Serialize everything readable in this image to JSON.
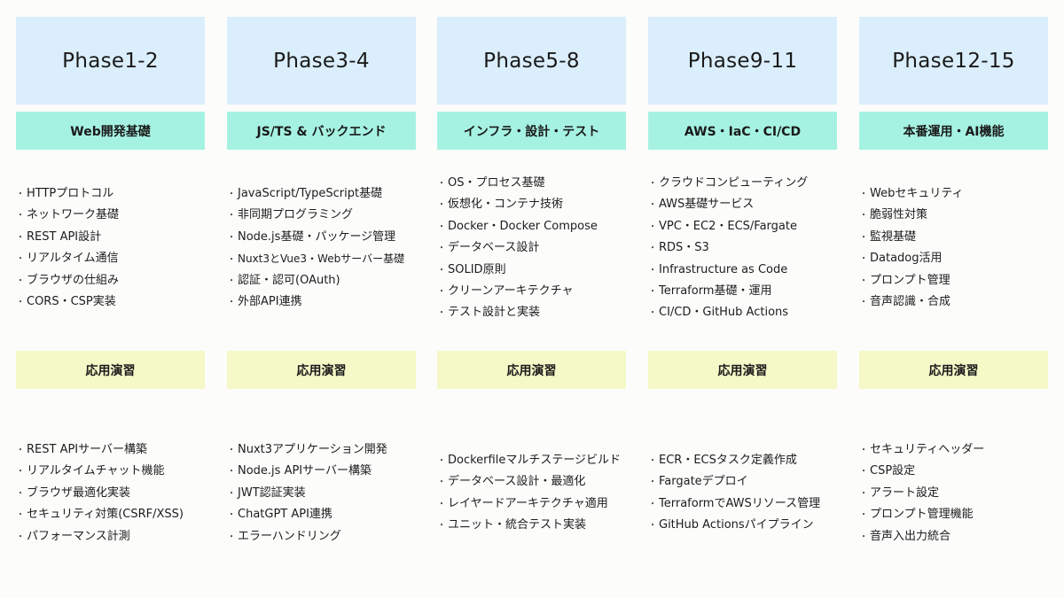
{
  "columns": [
    {
      "phase": "Phase1-2",
      "theme": "Web開発基礎",
      "topics": [
        "HTTPプロトコル",
        "ネットワーク基礎",
        "REST API設計",
        "リアルタイム通信",
        "ブラウザの仕組み",
        "CORS・CSP実装"
      ],
      "practice_label": "応用演習",
      "exercises": [
        "REST APIサーバー構築",
        "リアルタイムチャット機能",
        "ブラウザ最適化実装",
        "セキュリティ対策(CSRF/XSS)",
        "パフォーマンス計測"
      ]
    },
    {
      "phase": "Phase3-4",
      "theme": "JS/TS & バックエンド",
      "topics": [
        "JavaScript/TypeScript基礎",
        "非同期プログラミング",
        "Node.js基礎・パッケージ管理",
        "Nuxt3とVue3・Webサーバー基礎",
        "認証・認可(OAuth)",
        "外部API連携"
      ],
      "practice_label": "応用演習",
      "exercises": [
        "Nuxt3アプリケーション開発",
        "Node.js APIサーバー構築",
        "JWT認証実装",
        "ChatGPT API連携",
        "エラーハンドリング"
      ]
    },
    {
      "phase": "Phase5-8",
      "theme": "インフラ・設計・テスト",
      "topics": [
        "OS・プロセス基礎",
        "仮想化・コンテナ技術",
        "Docker・Docker Compose",
        "データベース設計",
        "SOLID原則",
        "クリーンアーキテクチャ",
        "テスト設計と実装"
      ],
      "practice_label": "応用演習",
      "exercises": [
        "Dockerfileマルチステージビルド",
        "データベース設計・最適化",
        "レイヤードアーキテクチャ適用",
        "ユニット・統合テスト実装"
      ]
    },
    {
      "phase": "Phase9-11",
      "theme": "AWS・IaC・CI/CD",
      "topics": [
        "クラウドコンピューティング",
        "AWS基礎サービス",
        "VPC・EC2・ECS/Fargate",
        "RDS・S3",
        "Infrastructure as Code",
        "Terraform基礎・運用",
        "CI/CD・GitHub Actions"
      ],
      "practice_label": "応用演習",
      "exercises": [
        "ECR・ECSタスク定義作成",
        "Fargateデプロイ",
        "TerraformでAWSリソース管理",
        "GitHub Actionsパイプライン"
      ]
    },
    {
      "phase": "Phase12-15",
      "theme": "本番運用・AI機能",
      "topics": [
        "Webセキュリティ",
        "脆弱性対策",
        "監視基礎",
        "Datadog活用",
        "プロンプト管理",
        "音声認識・合成"
      ],
      "practice_label": "応用演習",
      "exercises": [
        "セキュリティヘッダー",
        "CSP設定",
        "アラート設定",
        "プロンプト管理機能",
        "音声入出力統合"
      ]
    }
  ],
  "colors": {
    "phase_bg": "#dbeefc",
    "theme_bg": "#a6f2e2",
    "practice_bg": "#f5f9c8",
    "page_bg": "#fcfcfb"
  }
}
